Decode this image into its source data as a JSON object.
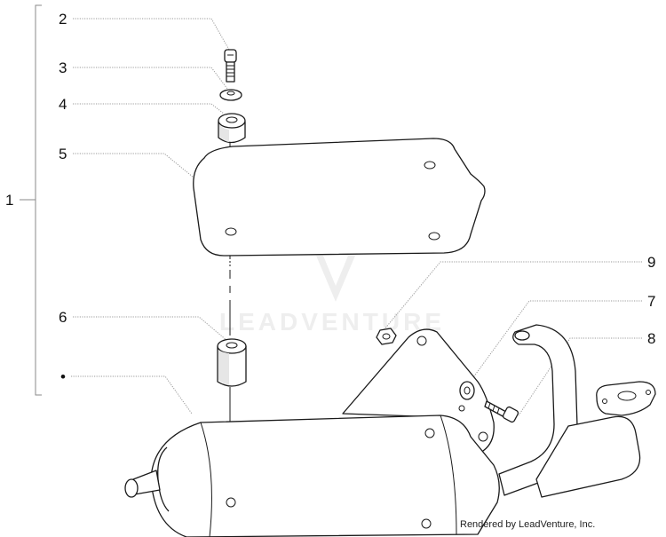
{
  "callouts": {
    "c1": "1",
    "c2": "2",
    "c3": "3",
    "c4": "4",
    "c5": "5",
    "c6": "6",
    "c7": "7",
    "c8": "8",
    "c9": "9",
    "bullet": "•"
  },
  "watermark": {
    "text": "LEADVENTURE",
    "icon": "flame-logo-icon"
  },
  "credit": "Rendered by LeadVenture, Inc.",
  "colors": {
    "line": "#1a1a1a",
    "leader": "#9a9a9a",
    "watermark": "#eeeeee",
    "background": "#ffffff"
  }
}
